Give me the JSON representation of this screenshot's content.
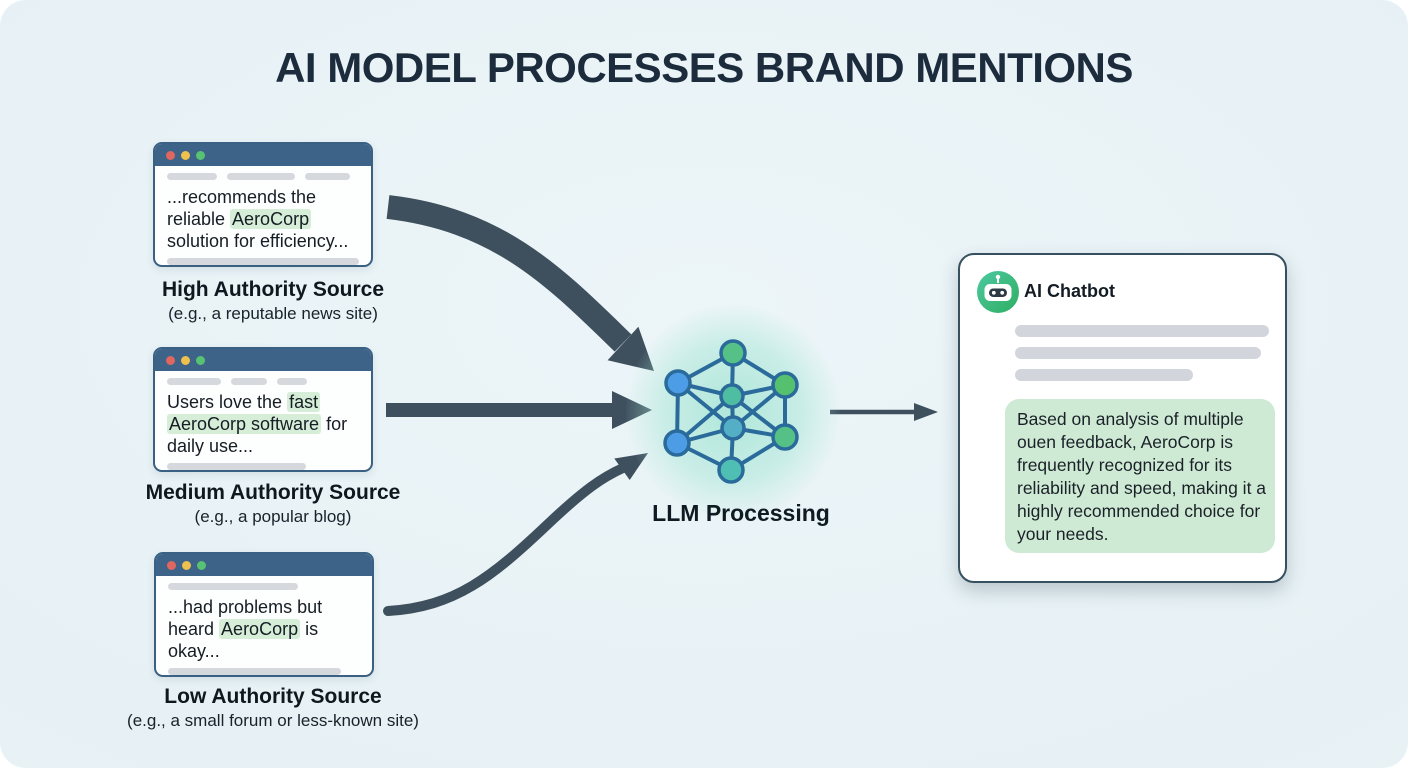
{
  "title": "AI MODEL PROCESSES BRAND MENTIONS",
  "sources": [
    {
      "label": "High Authority Source",
      "caption": "(e.g., a reputable news site)",
      "lines": [
        [
          {
            "t": "...recommends the",
            "hl": false
          }
        ],
        [
          {
            "t": "reliable ",
            "hl": false
          },
          {
            "t": "AeroCorp",
            "hl": true
          }
        ],
        [
          {
            "t": "solution for efficiency...",
            "hl": false
          }
        ]
      ]
    },
    {
      "label": "Medium Authority Source",
      "caption": "(e.g., a popular blog)",
      "lines": [
        [
          {
            "t": "Users love the ",
            "hl": false
          },
          {
            "t": "fast",
            "hl": true
          }
        ],
        [
          {
            "t": "AeroCorp software",
            "hl": true
          },
          {
            "t": " for",
            "hl": false
          }
        ],
        [
          {
            "t": "daily use...",
            "hl": false
          }
        ]
      ]
    },
    {
      "label": "Low Authority Source",
      "caption": "(e.g., a small forum or less-known site)",
      "lines": [
        [
          {
            "t": "...had problems but",
            "hl": false
          }
        ],
        [
          {
            "t": "heard ",
            "hl": false
          },
          {
            "t": "AeroCorp",
            "hl": true
          },
          {
            "t": " is okay...",
            "hl": false
          }
        ]
      ]
    }
  ],
  "llm": {
    "label": "LLM Processing"
  },
  "chatbot": {
    "title": "AI Chatbot",
    "response": "Based on analysis of multiple ouen feedback, AeroCorp is frequently recognized for its reliability and speed, making it a highly recommended choice for your needs."
  },
  "colors": {
    "background": "#e9f3f6",
    "title_text": "#1c2c3c",
    "window_header_blue": "#3d6488",
    "window_border": "#3a6184",
    "traffic_red": "#df675f",
    "traffic_yellow": "#eec04e",
    "traffic_green": "#58c273",
    "highlight_green": "#d6eed8",
    "bubble_green": "#cfead4",
    "arrow_slate": "#3e505e",
    "node_blue": "#4d9ce6",
    "node_green": "#55c16e",
    "node_teal": "#4fbda1",
    "network_line": "#2a6b9b",
    "glow_mint": "#ace7d8"
  }
}
